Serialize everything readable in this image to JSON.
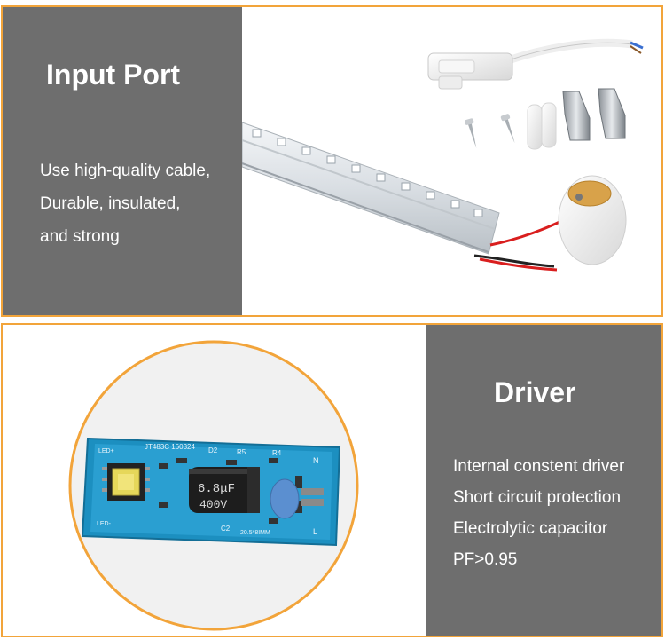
{
  "sections": {
    "input_port": {
      "title": "Input Port",
      "lines": [
        "Use high-quality cable,",
        "Durable, insulated,",
        "and strong"
      ]
    },
    "driver": {
      "title": "Driver",
      "lines": [
        "Internal constent driver",
        "Short circuit protection",
        "Electrolytic capacitor",
        "PF>0.95"
      ]
    }
  },
  "board_print": {
    "capacitor_value": "6.8μF",
    "capacitor_voltage": "400V",
    "top_code": "JT483C 160324",
    "labels": [
      "D2",
      "R5",
      "R4",
      "C2",
      "N",
      "L",
      "LED+",
      "LED-"
    ],
    "bottom_code": "20.5*8IMM"
  },
  "colors": {
    "border": "#f2a43a",
    "panel_gray": "#6e6e6e",
    "text_light": "#ffffff",
    "pcb_blue": "#1c8fc0"
  }
}
